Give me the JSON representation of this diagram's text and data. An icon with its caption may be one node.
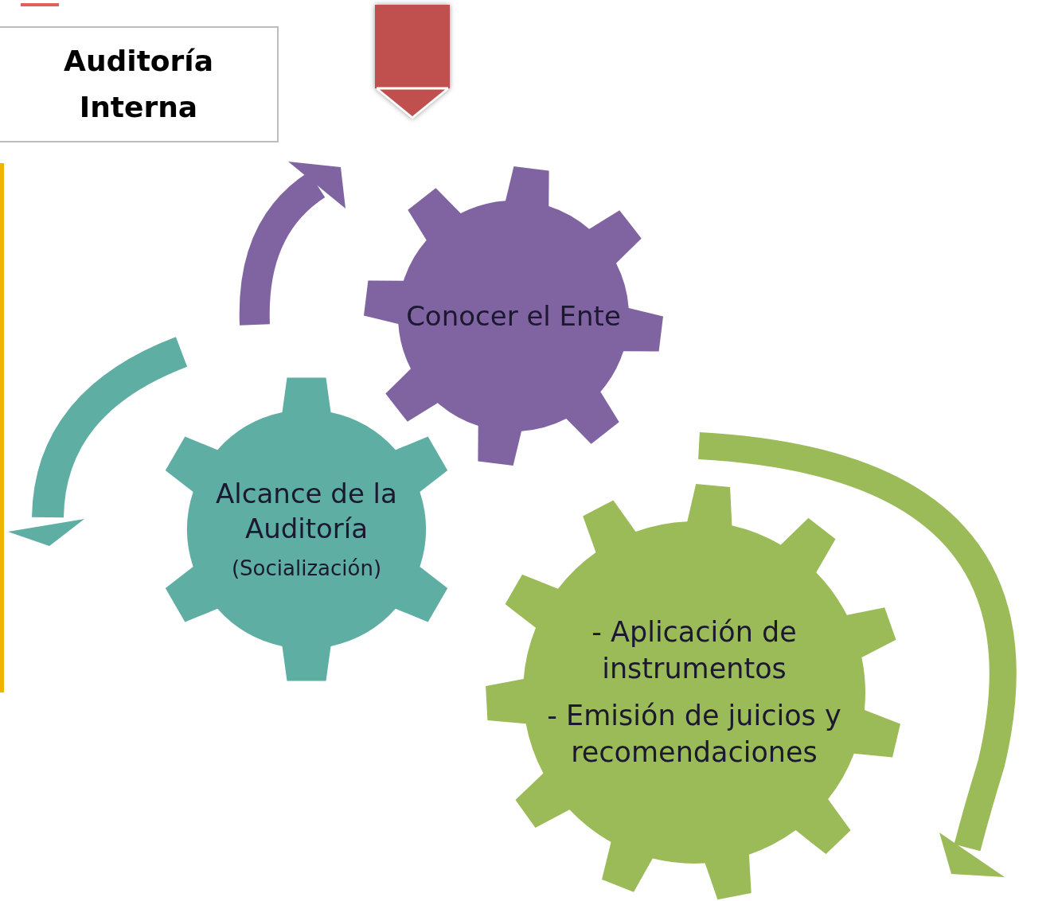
{
  "diagram": {
    "nodes": [
      {
        "text": [
          "Auditoría Interna"
        ]
      },
      {
        "text": [
          "Conocer el Ente"
        ]
      },
      {
        "text": [
          "Alcance de la Auditoría",
          "(Socialización)"
        ]
      },
      {
        "text": [
          "- Aplicación de instrumentos",
          "- Emisión de juicios y recomendaciones"
        ]
      }
    ],
    "edges": [
      {
        "from": null,
        "to": 1,
        "arrow": "to",
        "color": "#c0504d"
      }
    ]
  }
}
